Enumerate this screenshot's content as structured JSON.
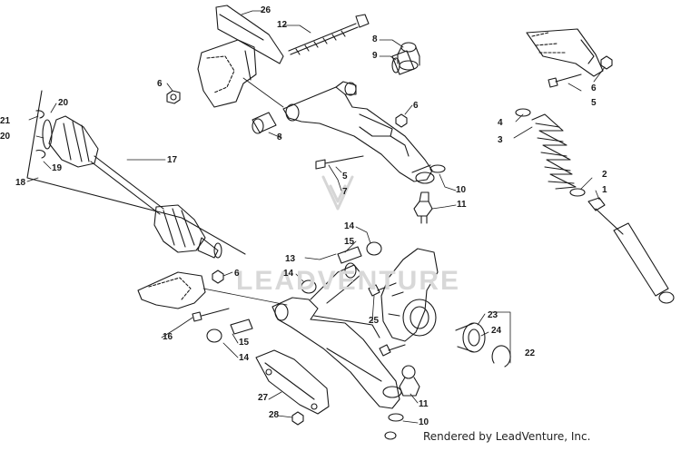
{
  "watermark": {
    "text": "LEADVENTURE"
  },
  "credit": {
    "text": "Rendered by LeadVenture, Inc."
  },
  "callouts": {
    "c1": "1",
    "c2": "2",
    "c3": "3",
    "c4": "4",
    "c5a": "5",
    "c5b": "5",
    "c6a": "6",
    "c6b": "6",
    "c6c": "6",
    "c6d": "6",
    "c7": "7",
    "c8a": "8",
    "c8b": "8",
    "c9": "9",
    "c10a": "10",
    "c10b": "10",
    "c11a": "11",
    "c11b": "11",
    "c12": "12",
    "c13": "13",
    "c14a": "14",
    "c14b": "14",
    "c14c": "14",
    "c15a": "15",
    "c15b": "15",
    "c16": "16",
    "c17": "17",
    "c18": "18",
    "c19": "19",
    "c20a": "20",
    "c20b": "20",
    "c21": "21",
    "c22": "22",
    "c23": "23",
    "c24": "24",
    "c25": "25",
    "c26": "26",
    "c27": "27",
    "c28": "28"
  },
  "colors": {
    "line": "#1a1a1a",
    "watermark": "#d8d8d8",
    "background": "#ffffff"
  }
}
